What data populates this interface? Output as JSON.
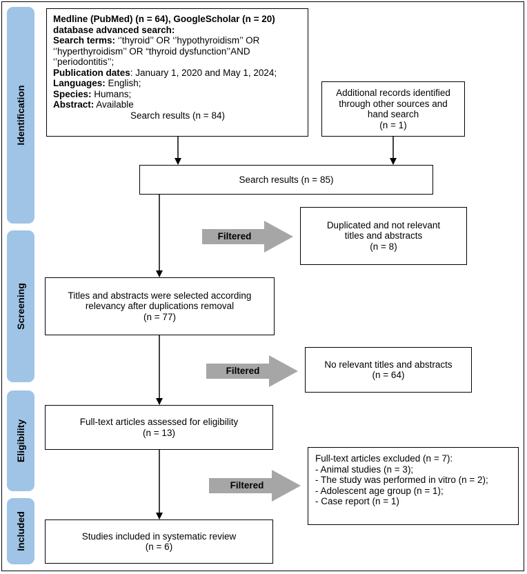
{
  "stages": {
    "identification": "Identification",
    "screening": "Screening",
    "eligibility": "Eligibility",
    "included": "Included"
  },
  "search_box": {
    "line1": "Medline (PubMed) (n = 64), GoogleScholar (n = 20)",
    "line2": "database advanced search:",
    "terms_label": "Search terms:",
    "terms_line1": " ‘’thyroid’’ OR ‘’hypothyroidism’’ OR",
    "terms_line2": "‘’hyperthyroidism’’ OR “thyroid dysfunction’’AND",
    "terms_line3": "‘’periodontitis’’;",
    "dates_label": "Publication dates",
    "dates_value": ": January 1, 2020 and May 1, 2024;",
    "languages_label": "Languages:",
    "languages_value": " English;",
    "species_label": "Species:",
    "species_value": " Humans;",
    "abstract_label": "Abstract:",
    "abstract_value": " Available",
    "results": "Search results (n = 84)"
  },
  "additional_box": {
    "line1": "Additional records identified",
    "line2": "through other sources and",
    "line3": "hand search",
    "line4": "(n = 1)"
  },
  "combined_box": {
    "text": "Search results (n = 85)"
  },
  "filter_label": "Filtered",
  "duplicates_box": {
    "line1": "Duplicated and not relevant",
    "line2": "titles and abstracts",
    "line3": "(n = 8)"
  },
  "screened_box": {
    "line1": "Titles and abstracts were selected according",
    "line2": "relevancy after duplications removal",
    "line3": "(n = 77)"
  },
  "no_relevant_box": {
    "line1": "No relevant titles and abstracts",
    "line2": "(n = 64)"
  },
  "fulltext_box": {
    "line1": "Full-text articles assessed for eligibility",
    "line2": "(n = 13)"
  },
  "excluded_box": {
    "title": "Full-text articles excluded (n = 7):",
    "items": [
      "- Animal studies (n = 3);",
      "- The study was performed in vitro (n = 2);",
      "- Adolescent age group (n = 1);",
      "- Case report (n = 1)"
    ]
  },
  "included_box": {
    "line1": "Studies included in systematic review",
    "line2": "(n = 6)"
  },
  "colors": {
    "stage_fill": "#9fc4e6",
    "filter_arrow": "#a6a6a6",
    "box_border": "#000000"
  }
}
